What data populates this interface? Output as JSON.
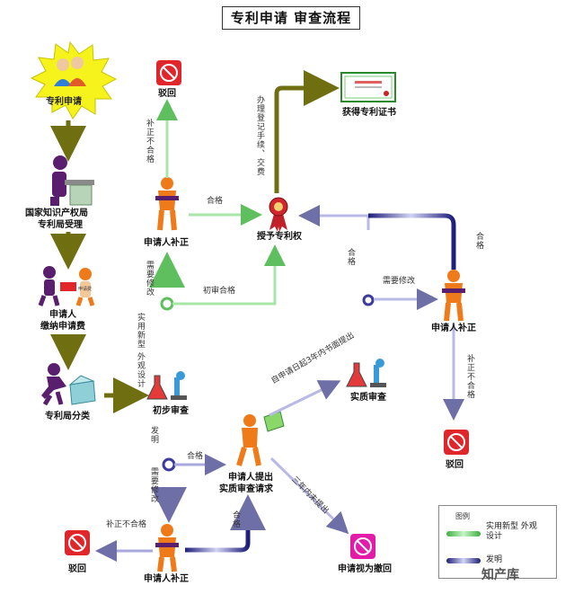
{
  "title": "专利申请 审查流程",
  "nodes": {
    "start": "专利申请",
    "cnipa": [
      "国家知识产权局",
      "专利局受理"
    ],
    "pay_fee": [
      "申请人",
      "缴纳申请费"
    ],
    "classify": "专利局分类",
    "prelim_exam": "初步审查",
    "correct_top": "申请人补正",
    "reject_top": "驳回",
    "grant": "授予专利权",
    "certificate": "获得专利证书",
    "substantive_request": [
      "申请人提出",
      "实质审查请求"
    ],
    "substantive_exam": "实质审查",
    "correct_right": "申请人补正",
    "reject_right": "驳回",
    "withdraw": "申请视为撤回",
    "correct_bottom": "申请人补正",
    "reject_bottom": "驳回",
    "fee_slip": "申请费"
  },
  "edge_labels": {
    "pass_top": "合格",
    "correction_fail_top": "补正不合格",
    "needs_revision_left": "需要修改",
    "utility_design": "实用新型 外观设计",
    "prelim_pass": "初审合格",
    "register": "办理登记手续、交费",
    "invention": "发明",
    "pass_mid": "合格",
    "needs_revision_bottom": "需要修改",
    "correction_fail_bottom": "补正不合格",
    "pass_bottom": "合格",
    "within_3_years": "自申请日起3年内书面提出",
    "not_within_3_years": "三年内未提出",
    "pass_right": "合格",
    "needs_revision_right": "需要修改",
    "correction_fail_right": "补正不合格"
  },
  "legend": {
    "heading": "图例",
    "green_label": "实用新型 外观设计",
    "blue_label": "发明"
  },
  "watermark": "知产库",
  "colors": {
    "olive": "#6f6f12",
    "green": "#6fcf6f",
    "blue": "#3a3aa0",
    "lavender": "#b9b9e6",
    "reject_red": "#e0262b",
    "withdraw_magenta": "#e41aa8",
    "starburst": "#f5f21c",
    "person_orange": "#ef7a1a",
    "person_purple": "#5a1e6e"
  }
}
